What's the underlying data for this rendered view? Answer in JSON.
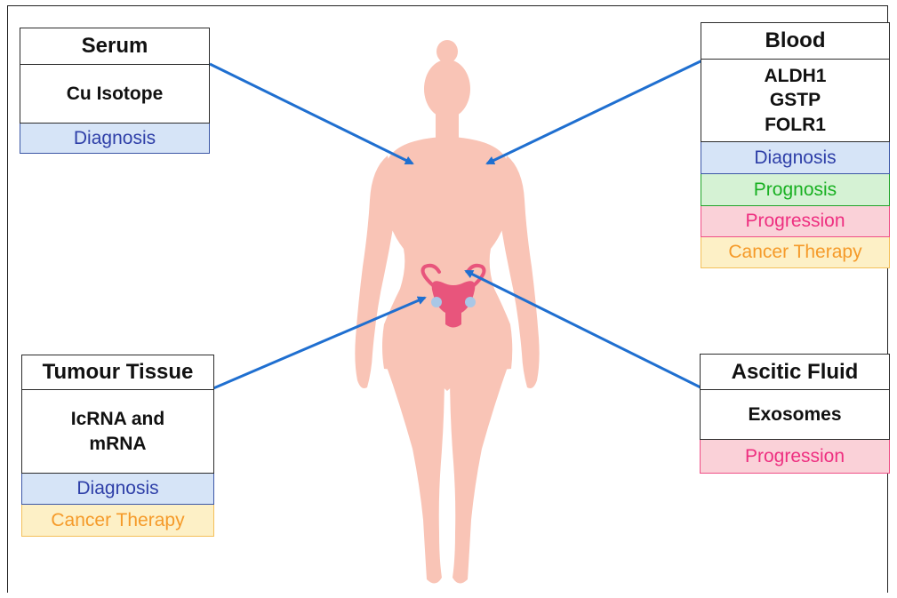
{
  "colors": {
    "arrow": "#1f6fd0",
    "body_skin": "#f9c4b6",
    "uterus": "#e8557c",
    "ovary": "#a9c7e6"
  },
  "cards": {
    "serum": {
      "title": "Serum",
      "markers": [
        "Cu Isotope"
      ],
      "tags": [
        {
          "label": "Diagnosis",
          "kind": "diagnosis"
        }
      ]
    },
    "blood": {
      "title": "Blood",
      "markers": [
        "ALDH1",
        "GSTP",
        "FOLR1"
      ],
      "tags": [
        {
          "label": "Diagnosis",
          "kind": "diagnosis"
        },
        {
          "label": "Prognosis",
          "kind": "prognosis"
        },
        {
          "label": "Progression",
          "kind": "progression"
        },
        {
          "label": "Cancer Therapy",
          "kind": "therapy"
        }
      ]
    },
    "tumour": {
      "title": "Tumour Tissue",
      "markers": [
        "IcRNA and",
        "mRNA"
      ],
      "tags": [
        {
          "label": "Diagnosis",
          "kind": "diagnosis"
        },
        {
          "label": "Cancer Therapy",
          "kind": "therapy"
        }
      ]
    },
    "ascitic": {
      "title": "Ascitic Fluid",
      "markers": [
        "Exosomes"
      ],
      "tags": [
        {
          "label": "Progression",
          "kind": "progression"
        }
      ]
    }
  }
}
